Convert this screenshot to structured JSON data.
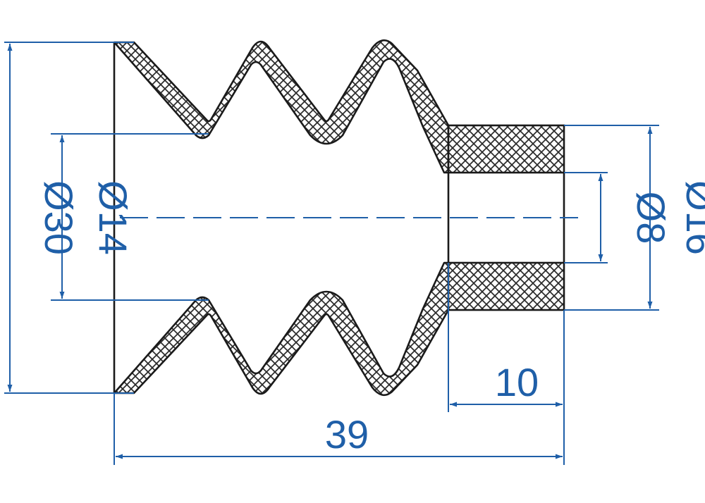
{
  "dimensions": {
    "outer_diameter": "Ø30",
    "inner_bellows_diameter": "Ø14",
    "bore_diameter": "Ø8",
    "neck_diameter": "Ø16",
    "neck_length": "10",
    "overall_length": "39"
  },
  "colors": {
    "dimension": "#1f5fa8",
    "outline": "#1a1a1a",
    "hatch": "#2a2a2a",
    "background": "#ffffff"
  }
}
